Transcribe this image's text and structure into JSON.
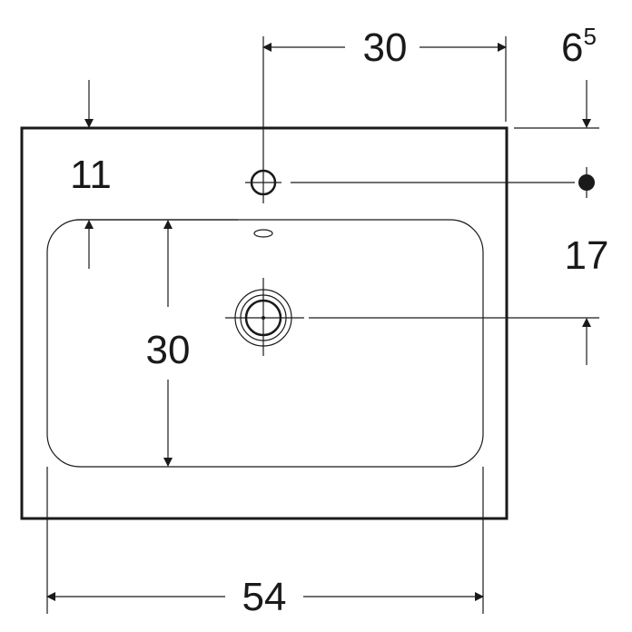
{
  "diagram": {
    "dimensions": {
      "tap_hole_offset": "30",
      "side_offset_main": "6",
      "side_offset_sup": "5",
      "rim_depth": "11",
      "drain_offset": "17",
      "bowl_depth": "30",
      "overall_width": "54"
    },
    "colors": {
      "line": "#1a1a1a",
      "background": "#ffffff"
    }
  }
}
